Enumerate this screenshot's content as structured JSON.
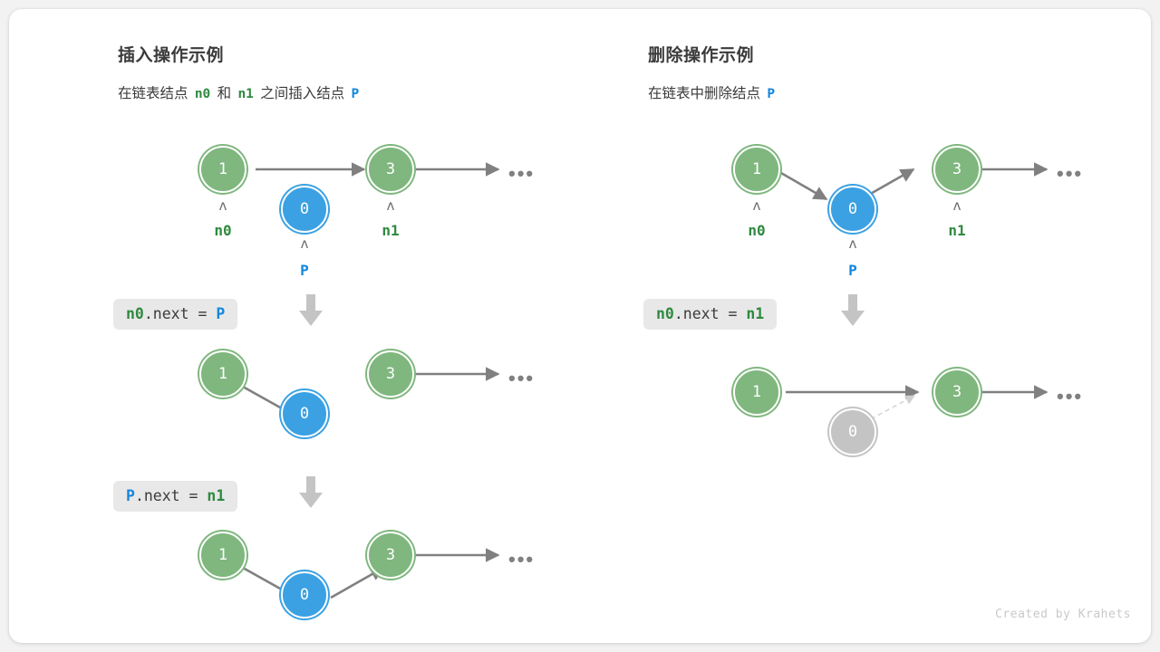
{
  "canvas": {
    "background": "#f2f2f2",
    "card_background": "#ffffff",
    "credit": "Created by Krahets"
  },
  "colors": {
    "node_green": "#7fb77e",
    "node_blue": "#3ba1e3",
    "node_gray": "#c4c4c4",
    "arrow_gray": "#808080",
    "label_green": "#2f8a3f",
    "label_blue": "#1287dd",
    "chip_background": "#e8e8e8",
    "text_dark": "#3b3b3b"
  },
  "panels": [
    {
      "id": "insert",
      "title": "插入操作示例",
      "subtitle": {
        "part1": "在链表结点",
        "tok1": "n0",
        "part2": "和",
        "tok2": "n1",
        "part3": "之间插入结点",
        "tok3": "P"
      },
      "steps": [
        {
          "id": "insert-step-0",
          "code": null,
          "nodes": [
            {
              "value": "1",
              "kind": "green",
              "pointer": "n0"
            },
            {
              "value": "0",
              "kind": "blue",
              "pointer": "P"
            },
            {
              "value": "3",
              "kind": "green",
              "pointer": "n1"
            }
          ],
          "tail_ellipsis": "•••"
        },
        {
          "id": "insert-step-1",
          "code": {
            "tokens": [
              "n0",
              ".next = ",
              "P"
            ],
            "text": "n0.next = P"
          },
          "nodes": [
            {
              "value": "1",
              "kind": "green"
            },
            {
              "value": "0",
              "kind": "blue"
            },
            {
              "value": "3",
              "kind": "green"
            }
          ],
          "tail_ellipsis": "•••"
        },
        {
          "id": "insert-step-2",
          "code": {
            "tokens": [
              "P",
              ".next = ",
              "n1"
            ],
            "text": "P.next = n1"
          },
          "nodes": [
            {
              "value": "1",
              "kind": "green"
            },
            {
              "value": "0",
              "kind": "blue"
            },
            {
              "value": "3",
              "kind": "green"
            }
          ],
          "tail_ellipsis": "•••"
        }
      ]
    },
    {
      "id": "delete",
      "title": "删除操作示例",
      "subtitle": {
        "part1": "在链表中删除结点",
        "tok1": "P",
        "part2": "",
        "tok2": "",
        "part3": "",
        "tok3": ""
      },
      "steps": [
        {
          "id": "delete-step-0",
          "code": null,
          "nodes": [
            {
              "value": "1",
              "kind": "green",
              "pointer": "n0"
            },
            {
              "value": "0",
              "kind": "blue",
              "pointer": "P"
            },
            {
              "value": "3",
              "kind": "green",
              "pointer": "n1"
            }
          ],
          "tail_ellipsis": "•••"
        },
        {
          "id": "delete-step-1",
          "code": {
            "tokens": [
              "n0",
              ".next = ",
              "n1"
            ],
            "text": "n0.next = n1"
          },
          "nodes": [
            {
              "value": "1",
              "kind": "green"
            },
            {
              "value": "0",
              "kind": "gray"
            },
            {
              "value": "3",
              "kind": "green"
            }
          ],
          "tail_ellipsis": "•••"
        }
      ]
    }
  ],
  "glyphs": {
    "caret": "ʌ",
    "ellipsis": "•••"
  }
}
